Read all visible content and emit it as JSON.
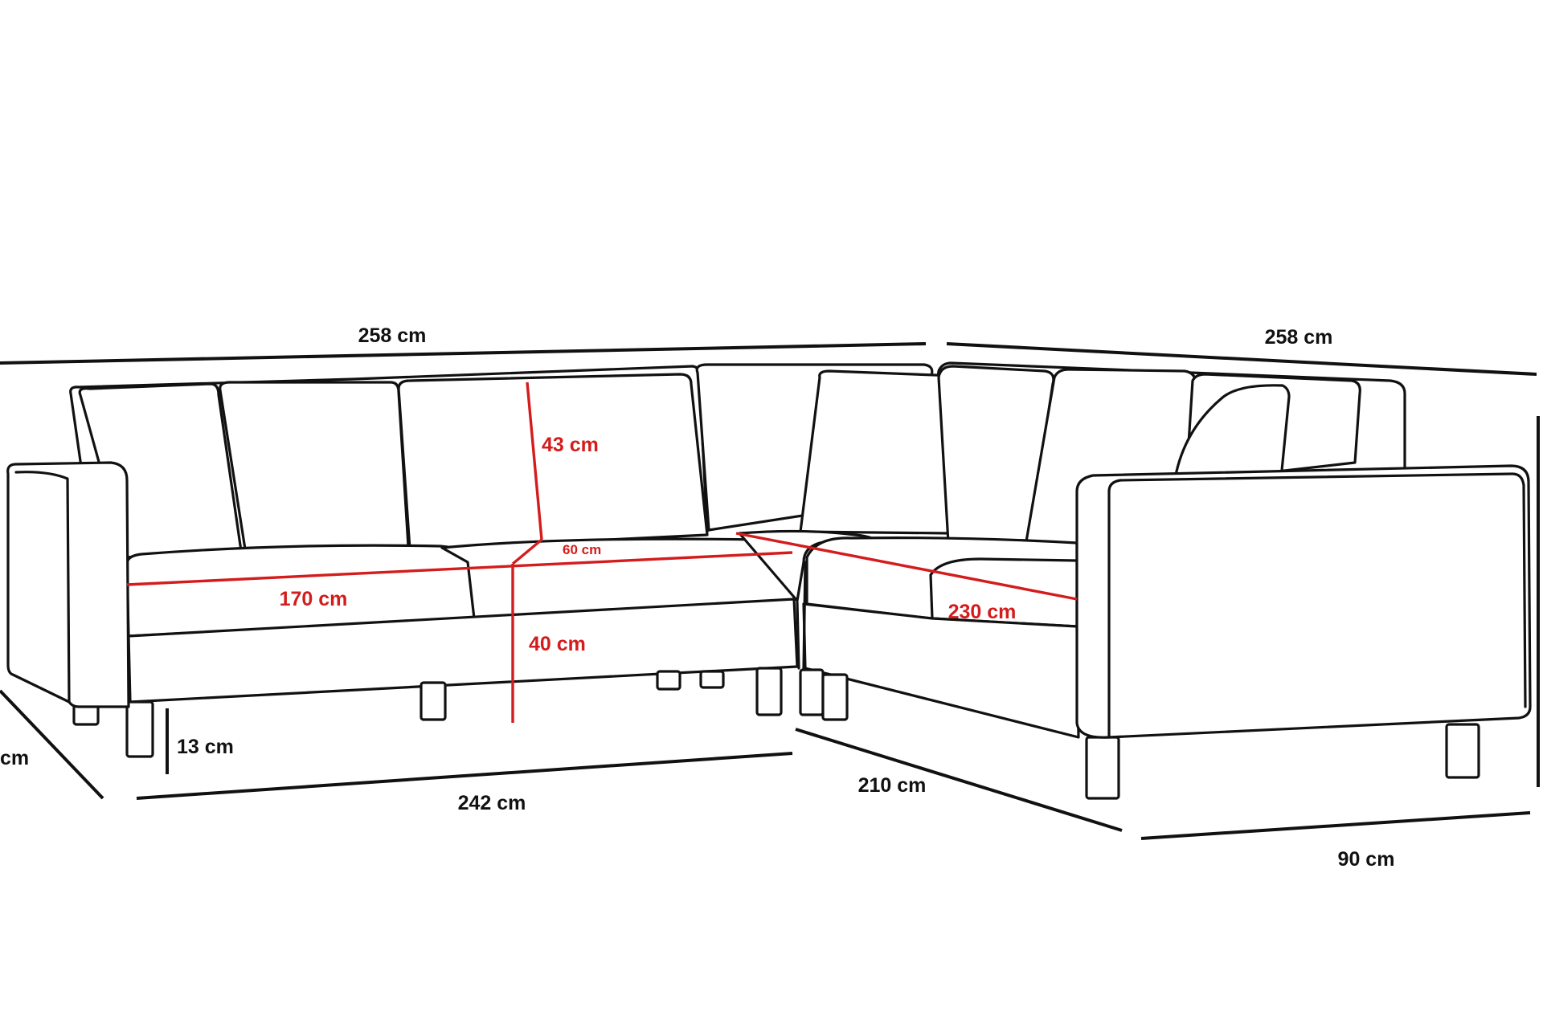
{
  "colors": {
    "outline": "#111111",
    "measure_red": "#d41c1c",
    "background": "#ffffff"
  },
  "dimensions": {
    "top_left_width": "258 cm",
    "top_right_width": "258 cm",
    "bottom_front_length": "242 cm",
    "bottom_side_length": "210 cm",
    "right_depth": "90 cm",
    "left_cut_label": "cm",
    "leg_height": "13 cm"
  },
  "seat_measurements": {
    "backrest_height": "43 cm",
    "seat_depth": "60 cm",
    "seat_width_left": "170 cm",
    "seat_width_right": "230 cm",
    "seat_height": "40 cm"
  }
}
